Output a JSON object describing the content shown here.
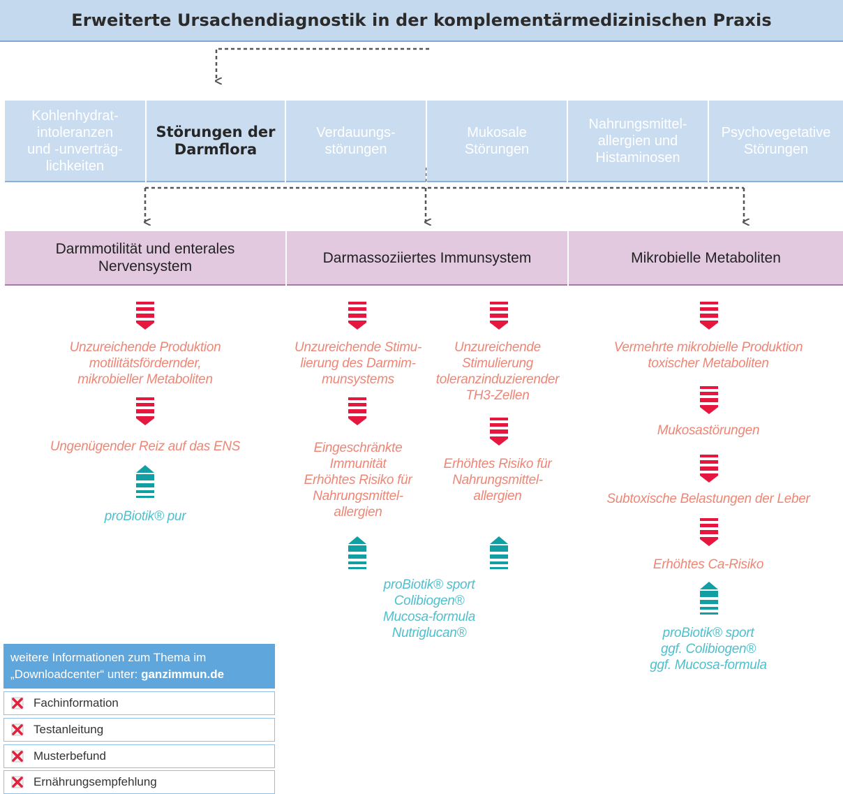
{
  "title": "Erweiterte Ursachendiagnostik in der komplementärmedizinischen Praxis",
  "categories": [
    {
      "label": "Kohlenhydrat-\nintoleranzen\nund -unverträg-\nlichkeiten",
      "active": false
    },
    {
      "label": "Störungen der\nDarmflora",
      "active": true
    },
    {
      "label": "Verdauungs-\nstörungen",
      "active": false
    },
    {
      "label": "Mukosale\nStörungen",
      "active": false
    },
    {
      "label": "Nahrungsmittel-\nallergien und\nHistaminosen",
      "active": false
    },
    {
      "label": "Psychovegetative\nStörungen",
      "active": false
    }
  ],
  "mechanisms": [
    "Darmmotilität und enterales\nNervensystem",
    "Darmassoziiertes Immunsystem",
    "Mikrobielle Metaboliten"
  ],
  "consequences": {
    "col1_a": "Unzureichende Produktion\nmotilitätsfördernder,\nmikrobieller Metaboliten",
    "col1_b": "Ungenügender Reiz auf das ENS",
    "col2_a": "Unzureichende Stimu-\nlierung des Darmim-\nmunsystems",
    "col2_b": "Eingeschränkte\nImmunität\nErhöhtes Risiko für\nNahrungsmittel-\nallergien",
    "col3_a": "Unzureichende\nStimulierung\ntoleranzinduzierender\nTH3-Zellen",
    "col3_b": "Erhöhtes Risiko für\nNahrungsmittel-\nallergien",
    "col4_a": "Vermehrte mikrobielle Produktion\ntoxischer Metaboliten",
    "col4_b": "Mukosastörungen",
    "col4_c": "Subtoxische Belastungen der Leber",
    "col4_d": "Erhöhtes Ca-Risiko"
  },
  "products": {
    "col1": "proBiotik® pur",
    "col23": "proBiotik® sport\nColibiogen®\nMucosa-formula\nNutriglucan®",
    "col4": "proBiotik® sport\nggf. Colibiogen®\nggf. Mucosa-formula"
  },
  "info": {
    "line1": "weitere Informationen zum Thema im",
    "line2": "„Downloadcenter“ unter: ",
    "site": "ganzimmun.de",
    "links": [
      "Fachinformation",
      "Testanleitung",
      "Musterbefund",
      "Ernährungsempfehlung"
    ]
  },
  "colors": {
    "title_bg": "#c5d9ee",
    "category_bg": "#c9dcf0",
    "mechanism_bg": "#e2c9e0",
    "red_arrow": "#e5173f",
    "teal_arrow": "#119fa4",
    "consequence_text": "#ee8676",
    "product_text": "#4fbfcc",
    "info_bg": "#5ea6dc"
  }
}
